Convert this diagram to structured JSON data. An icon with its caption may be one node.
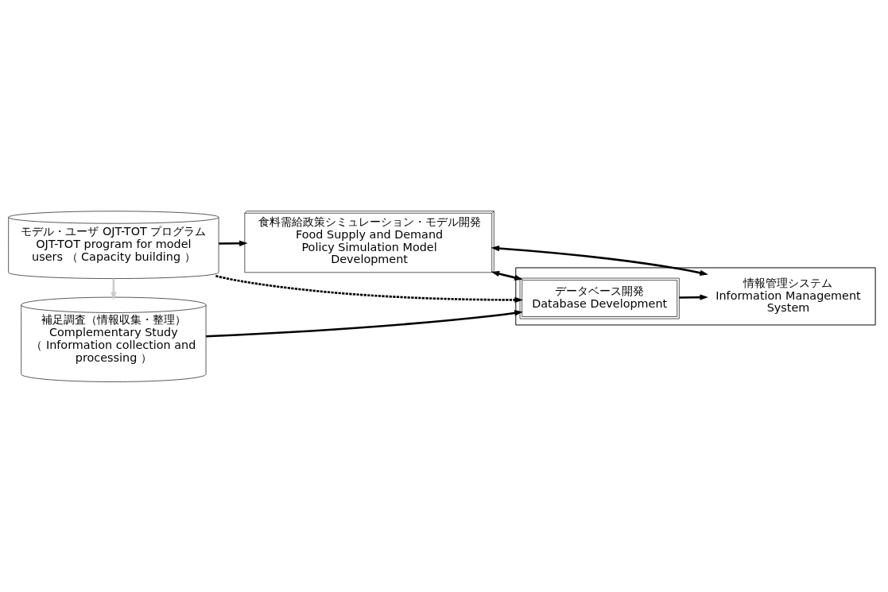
{
  "diagram": {
    "nodes": [
      {
        "text": [
          "モデル・ユーザ OJT-TOT プログラム",
          "OJT-TOT program for model users （ Capacity building ）"
        ]
      },
      {
        "text": [
          "補足調査（情報収集・整理）",
          "Complementary Study",
          "（ Information collection and processing ）"
        ]
      },
      {
        "text": [
          "食料需給政策シミュレーション・モデル開発",
          "Food Supply and Demand Policy Simulation Model Development"
        ]
      },
      {
        "text": [
          "情報管理システム",
          "Information Management System"
        ]
      },
      {
        "text": [
          "データベース開発",
          "Database Development"
        ],
        "in": 3
      }
    ],
    "edges": [
      {
        "from": 0,
        "to": 1,
        "arrow": "to",
        "color": "#cccccc"
      },
      {
        "from": 0,
        "to": 2,
        "arrow": "to"
      },
      {
        "from": 0,
        "to": 4,
        "arrow": "to",
        "style": "dashed"
      },
      {
        "from": 1,
        "to": 4,
        "arrow": "to"
      },
      {
        "from": 4,
        "to": 3,
        "arrow": "to"
      },
      {
        "from": 2,
        "to": 4,
        "arrow": "both"
      },
      {
        "from": 2,
        "to": 3,
        "arrow": "both"
      }
    ]
  }
}
